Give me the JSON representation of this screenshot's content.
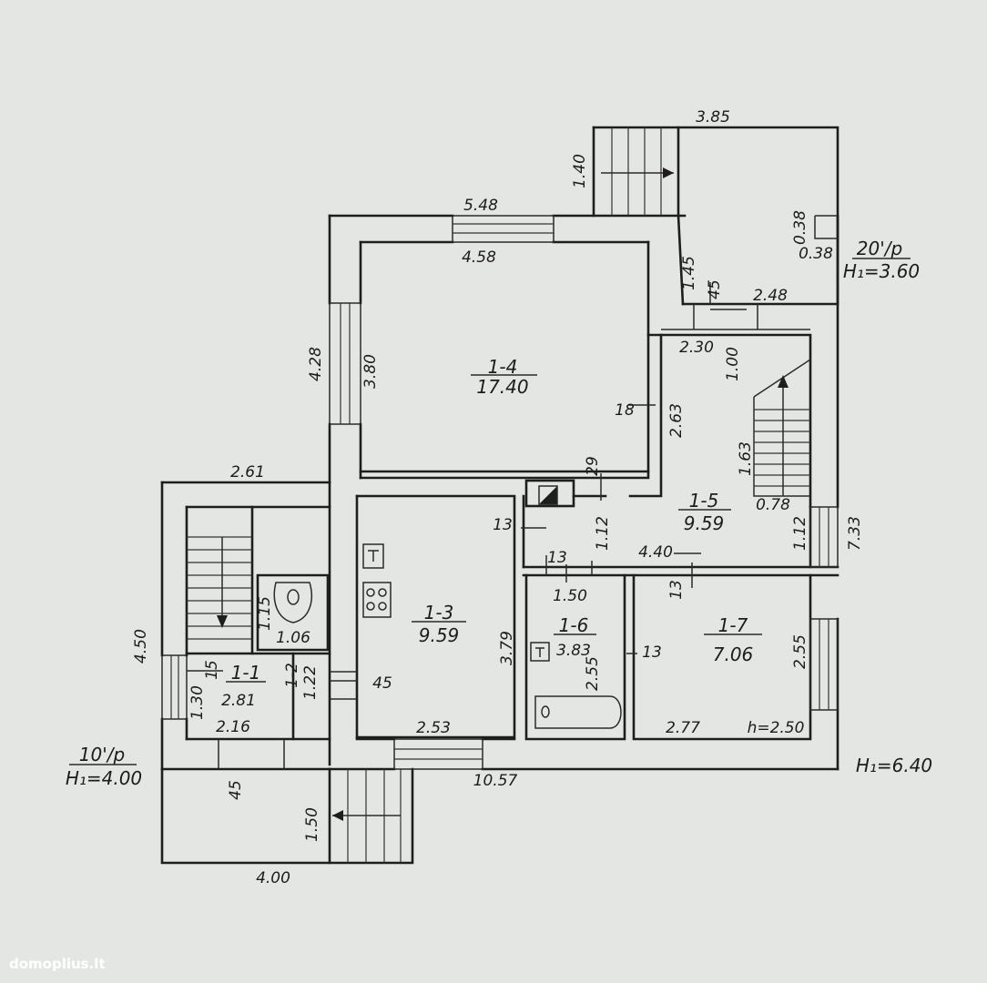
{
  "rooms": {
    "r14": {
      "id": "1-4",
      "area": "17.40"
    },
    "r15": {
      "id": "1-5",
      "area": "9.59"
    },
    "r13": {
      "id": "1-3",
      "area": "9.59"
    },
    "r16": {
      "id": "1-6",
      "area": "3.83"
    },
    "r17": {
      "id": "1-7",
      "area": "7.06"
    },
    "r11": {
      "id": "1-1",
      "area": "2.81"
    },
    "r12": {
      "id": "1-2"
    }
  },
  "porches": {
    "p20": {
      "name": "20'/p",
      "height": "H₁=3.60"
    },
    "p10": {
      "name": "10'/p",
      "height": "H₁=4.00"
    }
  },
  "building_height": "H₁=6.40",
  "dimensions": {
    "d385": "3.85",
    "d140": "1.40",
    "d548": "5.48",
    "d458": "4.58",
    "d038a": "0.38",
    "d038b": "0.38",
    "d145": "1.45",
    "d45a": "45",
    "d248": "2.48",
    "d428": "4.28",
    "d380": "3.80",
    "d230": "2.30",
    "d100": "1.00",
    "d18": "18",
    "d263": "2.63",
    "d163": "1.63",
    "d29": "29",
    "d261": "2.61",
    "d078": "0.78",
    "d13a": "13",
    "d112a": "1.12",
    "d112b": "1.12",
    "d733": "7.33",
    "d13b": "13",
    "d440": "4.40",
    "d13c": "13",
    "d150a": "1.50",
    "d115": "1.15",
    "d106": "1.06",
    "d379": "3.79",
    "d255a": "2.55",
    "d13d": "13",
    "d255b": "2.55",
    "d450": "4.50",
    "d15": "15",
    "d130": "1.30",
    "d122": "1.22",
    "d45b": "45",
    "d216": "2.16",
    "d253": "2.53",
    "d277": "2.77",
    "d250": "h=2.50",
    "d1057": "10.57",
    "d45c": "45",
    "d150b": "1.50",
    "d400": "4.00"
  },
  "watermark": "domoplius.lt"
}
